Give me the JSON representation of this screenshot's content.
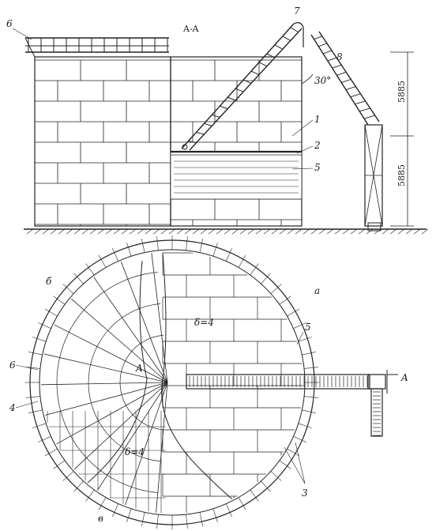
{
  "section_title": "A-A",
  "labels": {
    "platform": "6",
    "stair_top": "7",
    "stair_angle_label": "8",
    "angle": "30°",
    "roof": "1",
    "seal": "2",
    "support": "5",
    "dim_upper": "5885",
    "dim_lower": "5885",
    "plan_a": "a",
    "plan_b": "б",
    "plan_v": "в",
    "plan_thk_1": "δ=4",
    "plan_thk_2": "δ=4",
    "plan_center": "A",
    "plan_5": "5",
    "plan_6": "6",
    "plan_4": "4",
    "plan_3": "3",
    "section_mark": "A"
  },
  "colors": {
    "ink": "#222222",
    "paper": "#ffffff"
  }
}
